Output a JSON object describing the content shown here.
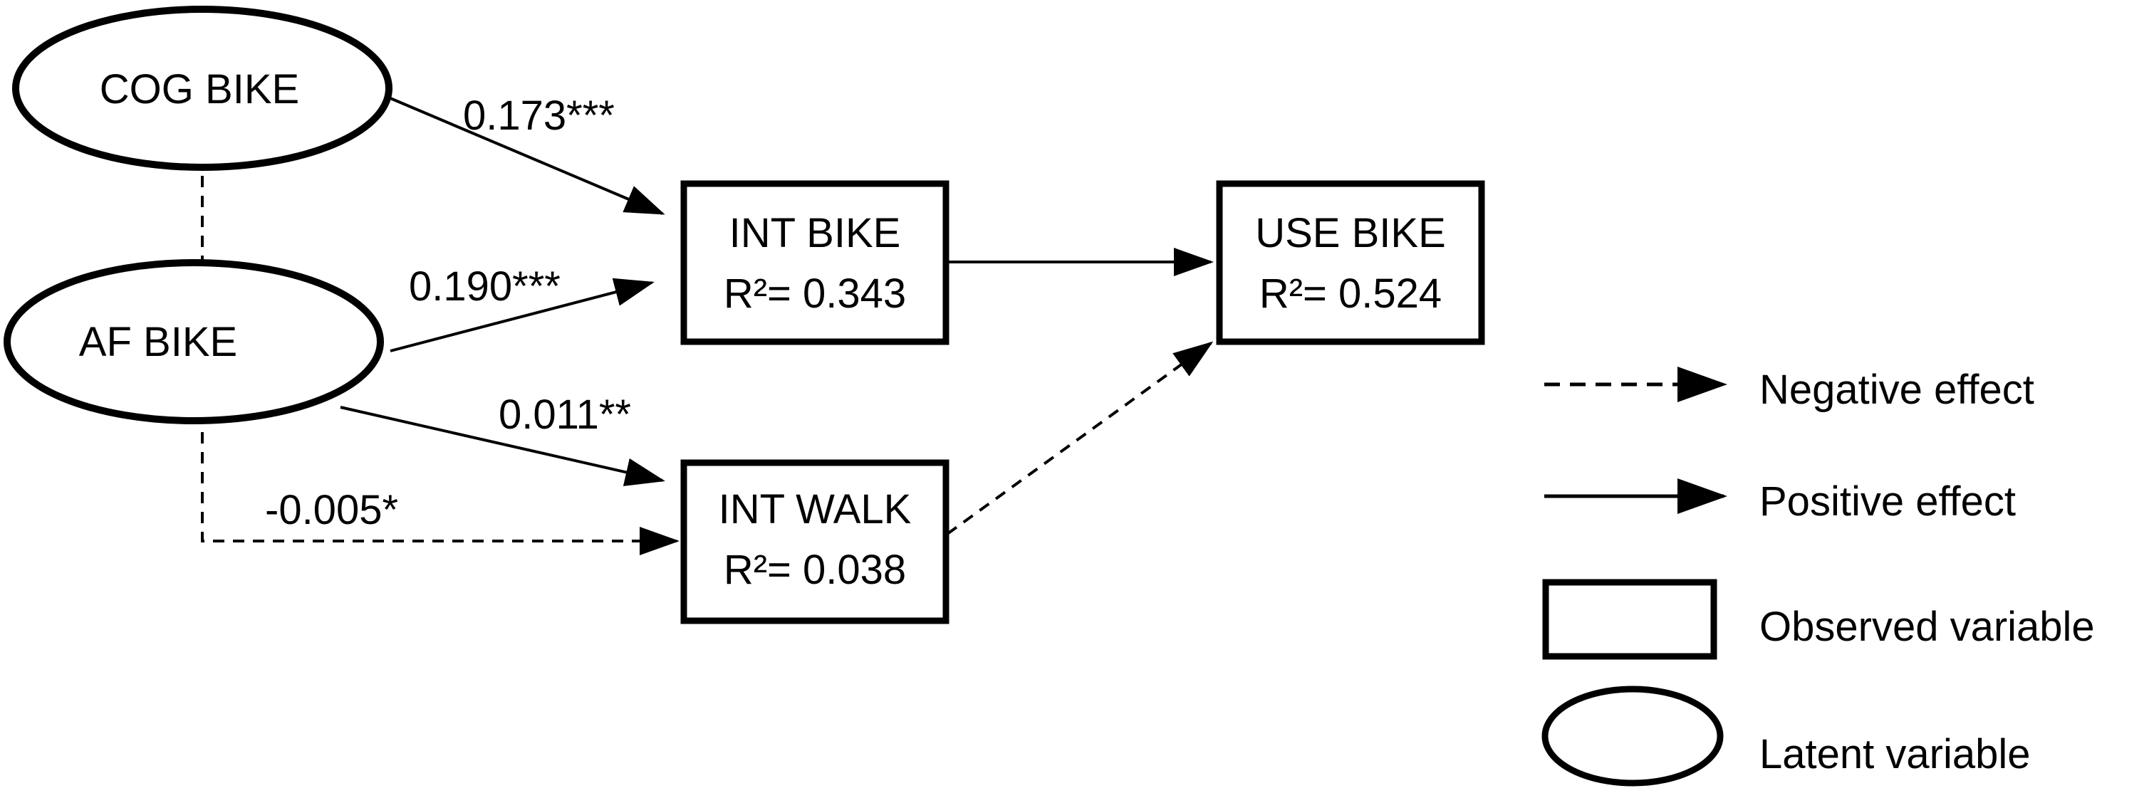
{
  "nodes": {
    "cog_bike": {
      "label": "COG BIKE"
    },
    "af_bike": {
      "label": "AF BIKE"
    },
    "int_bike": {
      "label": "INT BIKE",
      "r2": "R²= 0.343"
    },
    "int_walk": {
      "label": "INT WALK",
      "r2": "R²= 0.038"
    },
    "use_bike": {
      "label": "USE BIKE",
      "r2": "R²= 0.524"
    }
  },
  "paths": {
    "cog_to_int_bike": "0.173***",
    "af_to_int_bike": "0.190***",
    "af_to_int_walk": "0.011**",
    "af_to_int_walk_negative": "-0.005*"
  },
  "legend": {
    "negative": "Negative effect",
    "positive": "Positive effect",
    "observed": "Observed variable",
    "latent": "Latent variable"
  },
  "colors": {
    "stroke": "#000000",
    "background": "#ffffff"
  }
}
